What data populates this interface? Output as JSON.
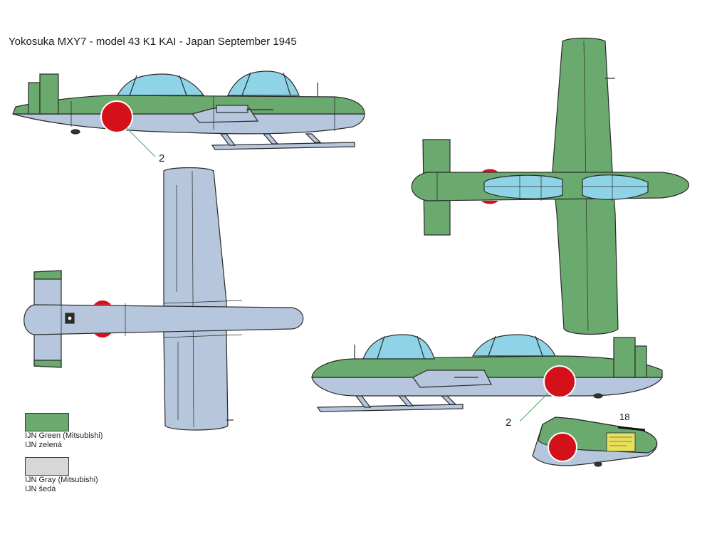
{
  "title": "Yokosuka MXY7 - model 43 K1 KAI - Japan September 1945",
  "callouts": {
    "marking_a": "2",
    "marking_b": "2",
    "aircraft_number": "18"
  },
  "colors": {
    "ijn_green": "#6aaa6e",
    "ijn_gray": "#b6c6dc",
    "hinomaru_red": "#d4101a",
    "canopy_blue": "#8fd3e6",
    "outline": "#2a2a2a"
  },
  "legend": [
    {
      "color": "#6aaa6e",
      "label": "IJN Green (Mitsubishi)",
      "label_cs": "IJN zelená"
    },
    {
      "color": "#d7d7d7",
      "label": "IJN Gray (Mitsubishi)",
      "label_cs": "IJN šedá"
    }
  ]
}
